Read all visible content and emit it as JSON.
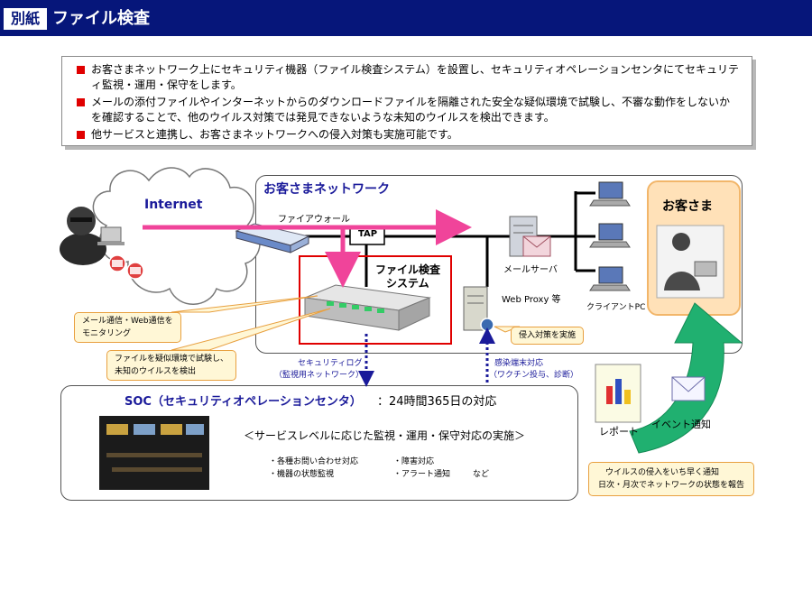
{
  "header": {
    "tag": "別紙",
    "title": "ファイル検査"
  },
  "bullets": [
    "お客さまネットワーク上にセキュリティ機器（ファイル検査システム）を設置し、セキュリティオペレーションセンタにてセキュリティ監視・運用・保守をします。",
    "メールの添付ファイルやインターネットからのダウンロードファイルを隔離された安全な疑似環境で試験し、不審な動作をしないかを確認することで、他のウイルス対策では発見できないような未知のウイルスを検出できます。",
    "他サービスと連携し、お客さまネットワークへの侵入対策も実施可能です。"
  ],
  "diagram": {
    "internet_label": "Internet",
    "network_label": "お客さまネットワーク",
    "firewall_label": "ファイアウォール",
    "tap_label": "TAP",
    "system_label_1": "ファイル検査",
    "system_label_2": "システム",
    "mailserver_label": "メールサーバ",
    "webproxy_label": "Web Proxy 等",
    "client_label": "クライアントPC",
    "customer_label": "お客さま",
    "callout_monitor_1": "メール通信・Web通信を",
    "callout_monitor_2": "モニタリング",
    "callout_test_1": "ファイルを疑似環境で試験し、",
    "callout_test_2": "未知のウイルスを検出",
    "seclog_1": "セキュリティログ",
    "seclog_2": "（監視用ネットワーク）",
    "intrusion_callout": "侵入対策を実施",
    "infected_1": "感染端末対応",
    "infected_2": "（ワクチン投与、診断）",
    "report_label": "レポート",
    "event_label": "イベント通知",
    "callout_notice_1": "ウイルスの侵入をいち早く通知",
    "callout_notice_2": "日次・月次でネットワークの状態を報告"
  },
  "soc": {
    "title": "SOC（セキュリティオペレーションセンタ）",
    "title_suffix": "：24時間365日の対応",
    "subtitle": "＜サービスレベルに応じた監視・運用・保守対応の実施＞",
    "items_row1": [
      "・各種お問い合わせ対応",
      "・障害対応"
    ],
    "items_row2": [
      "・機器の状態監視",
      "・アラート通知",
      "など"
    ]
  },
  "colors": {
    "header_bg": "#06167a",
    "accent_red": "#e00000",
    "arrow_pink": "#f0449a",
    "link_blue": "#1a1a9a",
    "arrow_green": "#20b070",
    "callout_bg": "#fff7d6"
  }
}
